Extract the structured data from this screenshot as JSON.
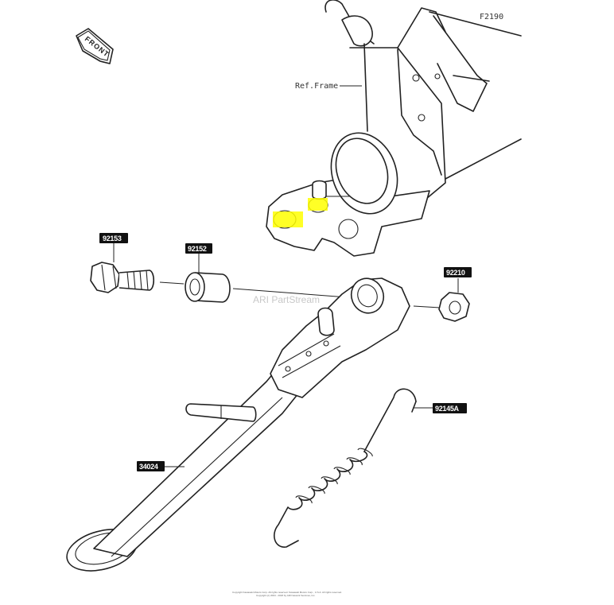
{
  "figure_code": "F2190",
  "front_indicator": "FRONT",
  "ref_frame_label": "Ref.Frame",
  "watermark": "ARI PartStream",
  "footer_line1": "Copyright Kawasaki Motors Corp. All rights reserved. Kawasaki Motors Corp., U.S.A. All rights reserved.",
  "footer_line2": "Copyright (c) 2004 - 2018 by ARI Network Services, Inc.",
  "parts": {
    "p92153": "92153",
    "p92152": "92152",
    "p92210": "92210",
    "p92145A": "92145A",
    "p34024": "34024"
  },
  "colors": {
    "highlight": "#ffff00",
    "tag": "#111111",
    "line": "#222222"
  }
}
